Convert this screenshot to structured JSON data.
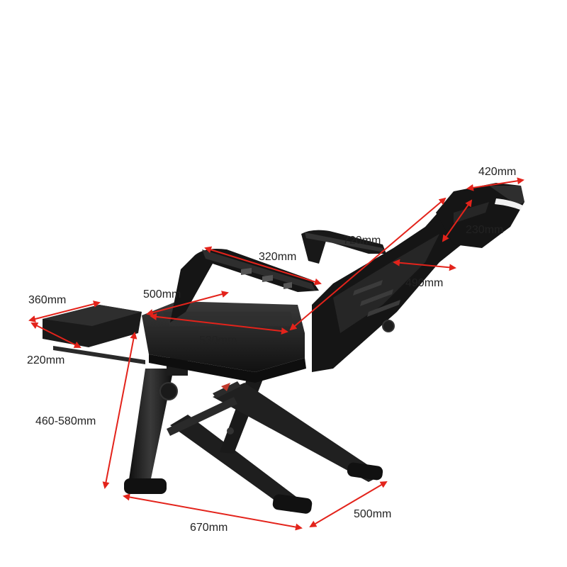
{
  "colors": {
    "background": "#ffffff",
    "dimension_line": "#e3231b",
    "chair_dark": "#141414",
    "chair_mid": "#2b2b2b",
    "chair_light": "#4a4a4a",
    "accent_white": "#f2f2f2"
  },
  "dimensions": {
    "headrest_width": "420mm",
    "headrest_height": "230mm",
    "backrest_height": "720mm",
    "backrest_width": "490mm",
    "armrest_span": "320mm",
    "seat_width": "500mm",
    "seat_depth": "530mm",
    "footrest_width": "360mm",
    "footrest_depth": "220mm",
    "seat_height": "460-580mm",
    "base_length": "670mm",
    "base_width": "500mm"
  }
}
